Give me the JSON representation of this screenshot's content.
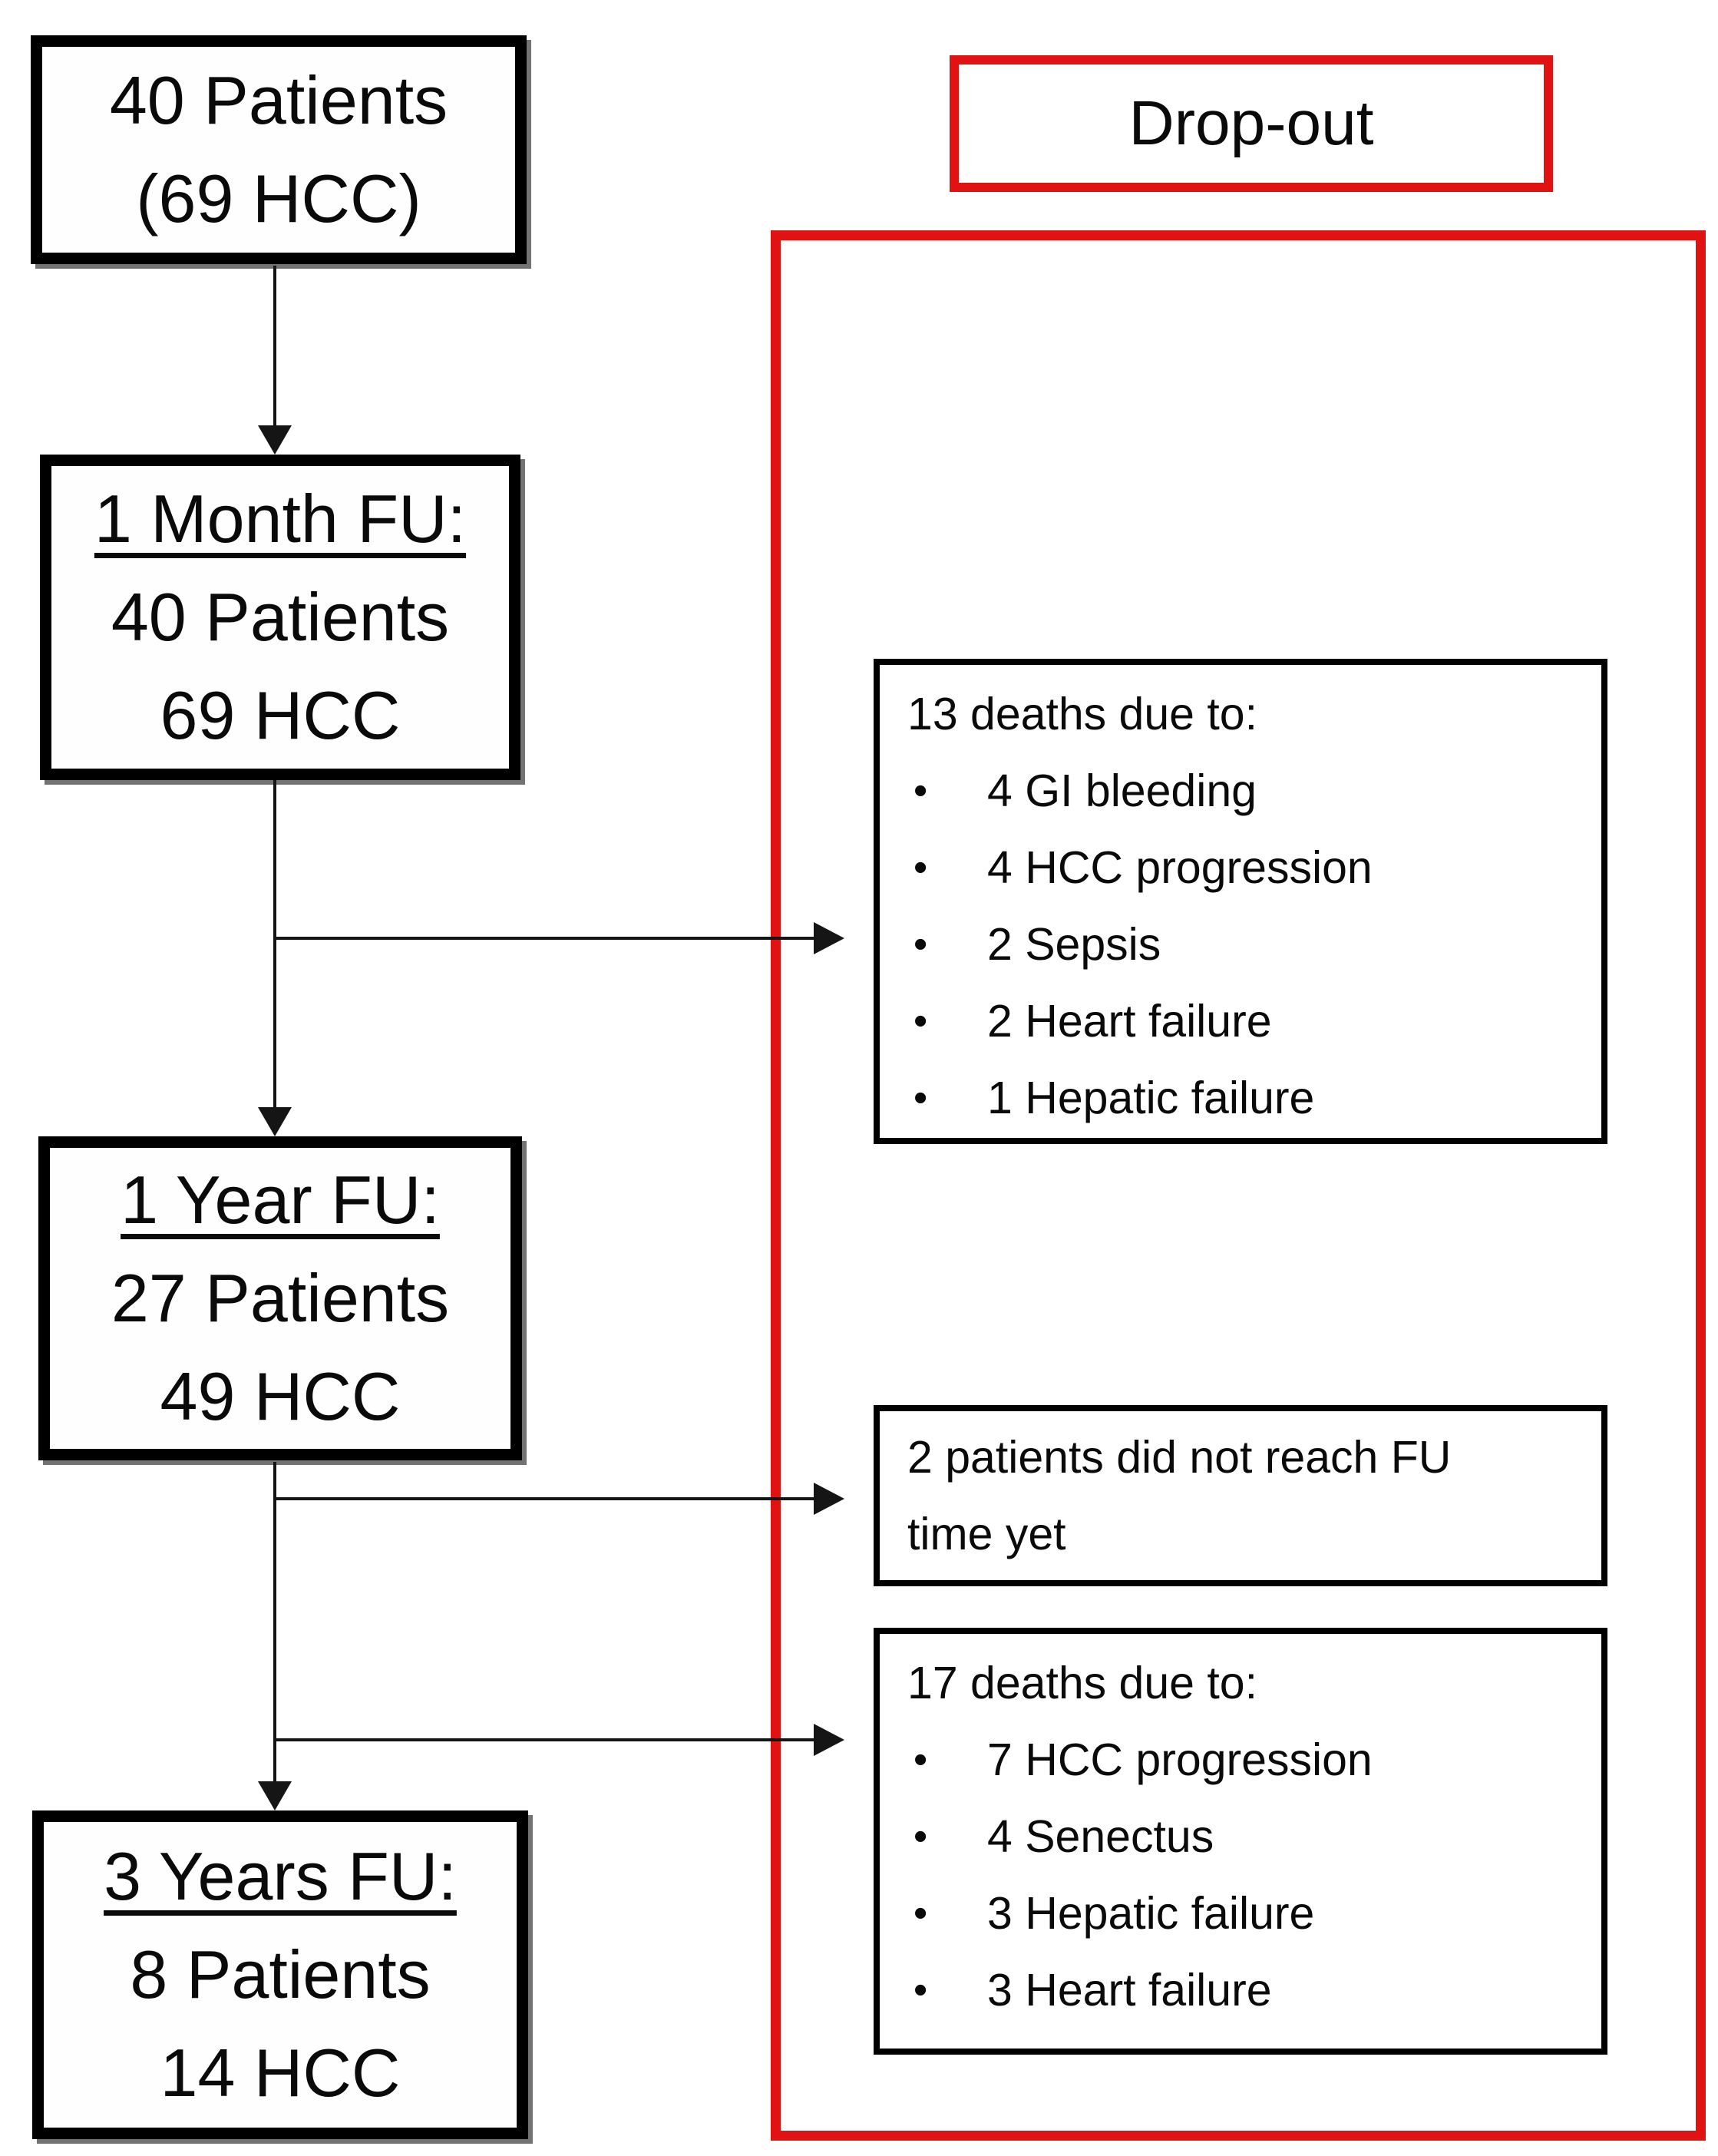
{
  "flow": [
    {
      "line1": "40 Patients",
      "line2": "(69 HCC)"
    },
    {
      "title": "1 Month FU:",
      "line1": "40 Patients",
      "line2": "69 HCC"
    },
    {
      "title": "1 Year FU:",
      "line1": "27 Patients",
      "line2": "49 HCC"
    },
    {
      "title": "3 Years FU:",
      "line1": "8 Patients",
      "line2": "14 HCC"
    }
  ],
  "dropout": {
    "label": "Drop-out",
    "bullet_char": "•",
    "boxes": [
      {
        "heading": "13 deaths due to:",
        "items": [
          "4 GI bleeding",
          "4 HCC progression",
          "2 Sepsis",
          "2 Heart failure",
          "1 Hepatic failure"
        ]
      },
      {
        "text_lines": [
          "2 patients did not reach FU",
          "time yet"
        ]
      },
      {
        "heading": "17 deaths due to:",
        "items": [
          "7 HCC progression",
          "4 Senectus",
          "3 Hepatic failure",
          "3 Heart failure"
        ]
      }
    ]
  },
  "colors": {
    "accent_red": "#e01212",
    "line_black": "#151515"
  }
}
